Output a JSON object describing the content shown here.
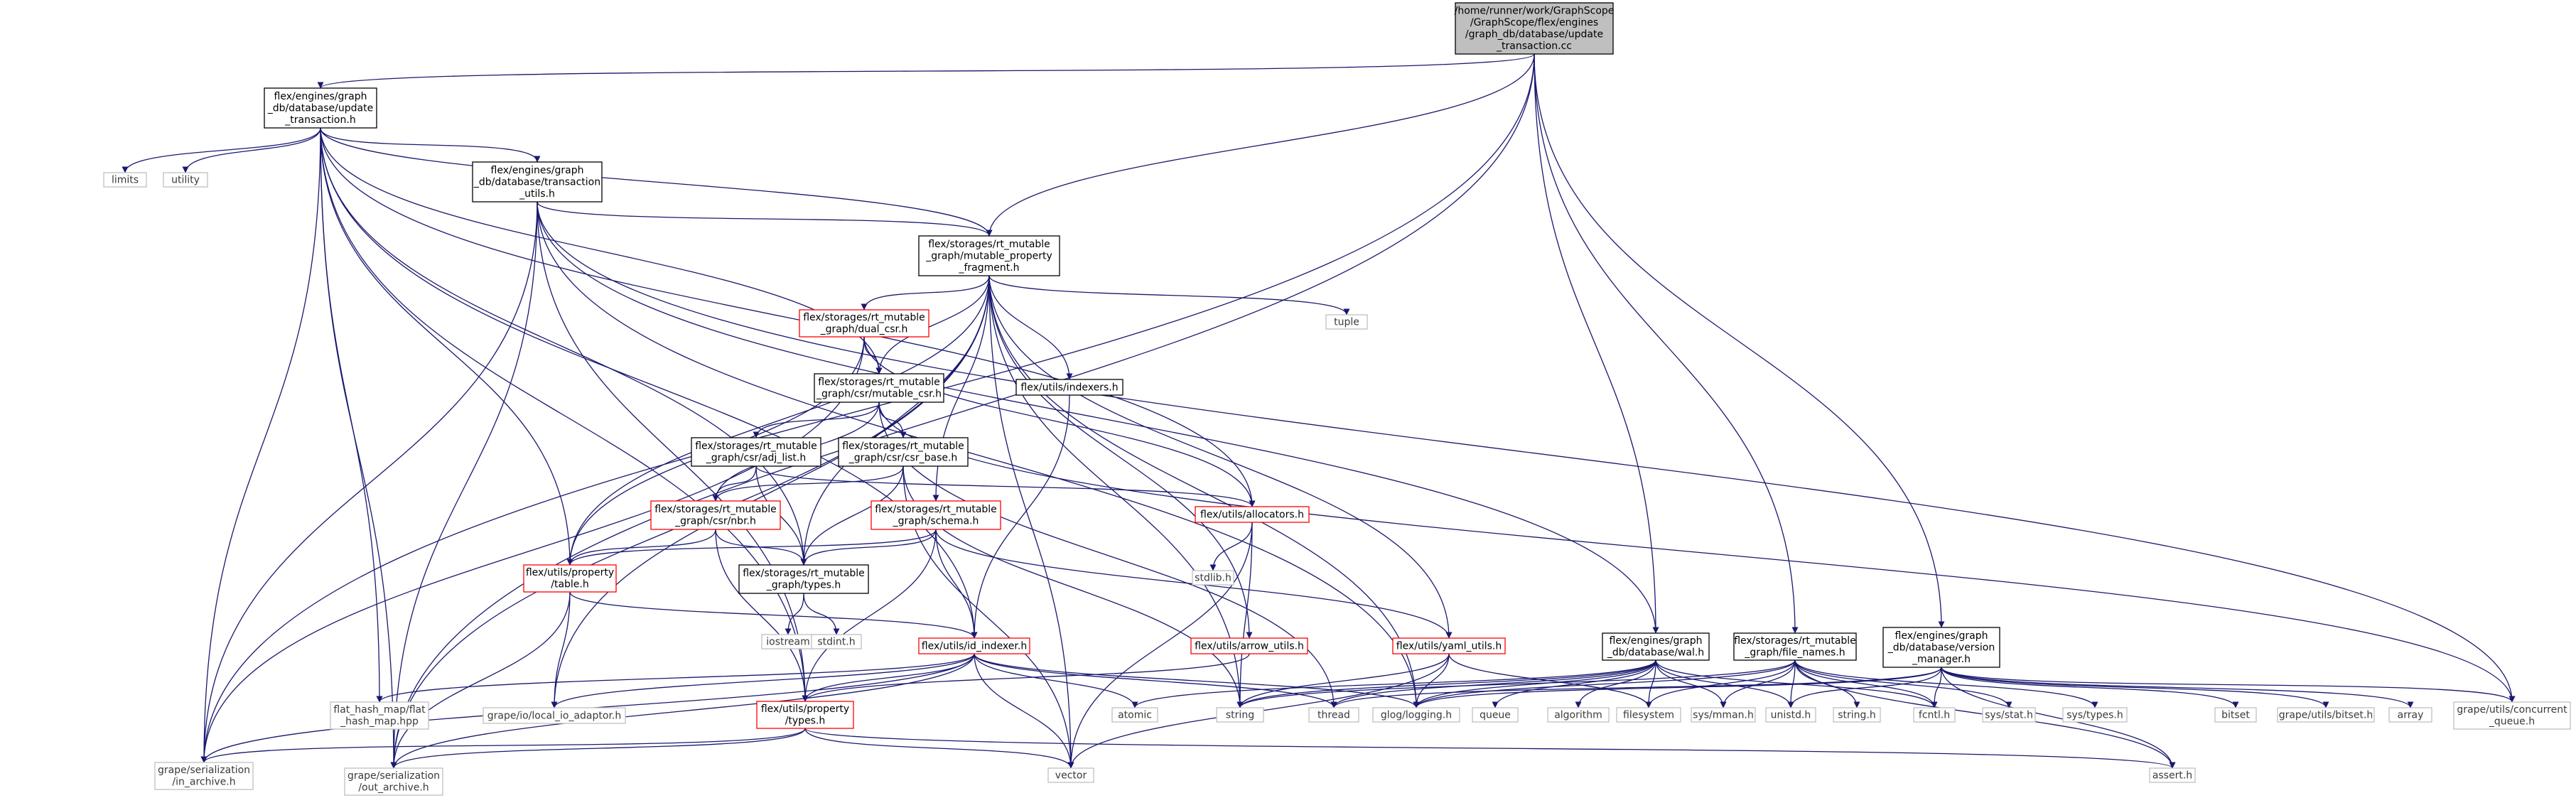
{
  "graph": {
    "nodes": [
      {
        "id": "root",
        "style": "root",
        "lines": [
          "/home/runner/work/GraphScope",
          "/GraphScope/flex/engines",
          "/graph_db/database/update",
          "_transaction.cc"
        ]
      },
      {
        "id": "ut_h",
        "style": "normal",
        "lines": [
          "flex/engines/graph",
          "_db/database/update",
          "_transaction.h"
        ]
      },
      {
        "id": "limits",
        "style": "sys",
        "lines": [
          "limits"
        ]
      },
      {
        "id": "utility",
        "style": "sys",
        "lines": [
          "utility"
        ]
      },
      {
        "id": "tx_utils",
        "style": "normal",
        "lines": [
          "flex/engines/graph",
          "_db/database/transaction",
          "_utils.h"
        ]
      },
      {
        "id": "mpf",
        "style": "normal",
        "lines": [
          "flex/storages/rt_mutable",
          "_graph/mutable_property",
          "_fragment.h"
        ]
      },
      {
        "id": "tuple",
        "style": "sys",
        "lines": [
          "tuple"
        ]
      },
      {
        "id": "dual_csr",
        "style": "red",
        "lines": [
          "flex/storages/rt_mutable",
          "_graph/dual_csr.h"
        ]
      },
      {
        "id": "indexers",
        "style": "normal",
        "lines": [
          "flex/utils/indexers.h"
        ]
      },
      {
        "id": "mutable_csr",
        "style": "normal",
        "lines": [
          "flex/storages/rt_mutable",
          "_graph/csr/mutable_csr.h"
        ]
      },
      {
        "id": "adj_list",
        "style": "normal",
        "lines": [
          "flex/storages/rt_mutable",
          "_graph/csr/adj_list.h"
        ]
      },
      {
        "id": "csr_base",
        "style": "normal",
        "lines": [
          "flex/storages/rt_mutable",
          "_graph/csr/csr_base.h"
        ]
      },
      {
        "id": "nbr",
        "style": "red",
        "lines": [
          "flex/storages/rt_mutable",
          "_graph/csr/nbr.h"
        ]
      },
      {
        "id": "schema",
        "style": "red",
        "lines": [
          "flex/storages/rt_mutable",
          "_graph/schema.h"
        ]
      },
      {
        "id": "allocators",
        "style": "red",
        "lines": [
          "flex/utils/allocators.h"
        ]
      },
      {
        "id": "stdlib",
        "style": "sys",
        "lines": [
          "stdlib.h"
        ]
      },
      {
        "id": "prop_table",
        "style": "red",
        "lines": [
          "flex/utils/property",
          "/table.h"
        ]
      },
      {
        "id": "types_h",
        "style": "normal",
        "lines": [
          "flex/storages/rt_mutable",
          "_graph/types.h"
        ]
      },
      {
        "id": "iostream",
        "style": "sys",
        "lines": [
          "iostream"
        ]
      },
      {
        "id": "stdint",
        "style": "sys",
        "lines": [
          "stdint.h"
        ]
      },
      {
        "id": "id_indexer",
        "style": "red",
        "lines": [
          "flex/utils/id_indexer.h"
        ]
      },
      {
        "id": "arrow_utils",
        "style": "red",
        "lines": [
          "flex/utils/arrow_utils.h"
        ]
      },
      {
        "id": "yaml_utils",
        "style": "red",
        "lines": [
          "flex/utils/yaml_utils.h"
        ]
      },
      {
        "id": "wal",
        "style": "normal",
        "lines": [
          "flex/engines/graph",
          "_db/database/wal.h"
        ]
      },
      {
        "id": "file_names",
        "style": "normal",
        "lines": [
          "flex/storages/rt_mutable",
          "_graph/file_names.h"
        ]
      },
      {
        "id": "version_mgr",
        "style": "normal",
        "lines": [
          "flex/engines/graph",
          "_db/database/version",
          "_manager.h"
        ]
      },
      {
        "id": "flat_hash",
        "style": "sys",
        "lines": [
          "flat_hash_map/flat",
          "_hash_map.hpp"
        ]
      },
      {
        "id": "local_io",
        "style": "sys",
        "lines": [
          "grape/io/local_io_adaptor.h"
        ]
      },
      {
        "id": "prop_types",
        "style": "red",
        "lines": [
          "flex/utils/property",
          "/types.h"
        ]
      },
      {
        "id": "atomic",
        "style": "sys",
        "lines": [
          "atomic"
        ]
      },
      {
        "id": "string",
        "style": "sys",
        "lines": [
          "string"
        ]
      },
      {
        "id": "thread",
        "style": "sys",
        "lines": [
          "thread"
        ]
      },
      {
        "id": "glog",
        "style": "sys",
        "lines": [
          "glog/logging.h"
        ]
      },
      {
        "id": "queue",
        "style": "sys",
        "lines": [
          "queue"
        ]
      },
      {
        "id": "algorithm",
        "style": "sys",
        "lines": [
          "algorithm"
        ]
      },
      {
        "id": "filesystem",
        "style": "sys",
        "lines": [
          "filesystem"
        ]
      },
      {
        "id": "sys_mman",
        "style": "sys",
        "lines": [
          "sys/mman.h"
        ]
      },
      {
        "id": "unistd",
        "style": "sys",
        "lines": [
          "unistd.h"
        ]
      },
      {
        "id": "string_h",
        "style": "sys",
        "lines": [
          "string.h"
        ]
      },
      {
        "id": "fcntl",
        "style": "sys",
        "lines": [
          "fcntl.h"
        ]
      },
      {
        "id": "sys_stat",
        "style": "sys",
        "lines": [
          "sys/stat.h"
        ]
      },
      {
        "id": "sys_types",
        "style": "sys",
        "lines": [
          "sys/types.h"
        ]
      },
      {
        "id": "bitset",
        "style": "sys",
        "lines": [
          "bitset"
        ]
      },
      {
        "id": "grape_bitset",
        "style": "sys",
        "lines": [
          "grape/utils/bitset.h"
        ]
      },
      {
        "id": "array",
        "style": "sys",
        "lines": [
          "array"
        ]
      },
      {
        "id": "concurrent_q",
        "style": "sys",
        "lines": [
          "grape/utils/concurrent",
          "_queue.h"
        ]
      },
      {
        "id": "in_archive",
        "style": "sys",
        "lines": [
          "grape/serialization",
          "/in_archive.h"
        ]
      },
      {
        "id": "out_archive",
        "style": "sys",
        "lines": [
          "grape/serialization",
          "/out_archive.h"
        ]
      },
      {
        "id": "vector",
        "style": "sys",
        "lines": [
          "vector"
        ]
      },
      {
        "id": "assert",
        "style": "sys",
        "lines": [
          "assert.h"
        ]
      }
    ],
    "edges": [
      [
        "root",
        "ut_h"
      ],
      [
        "root",
        "in_archive"
      ],
      [
        "root",
        "out_archive"
      ],
      [
        "root",
        "mpf"
      ],
      [
        "root",
        "wal"
      ],
      [
        "root",
        "file_names"
      ],
      [
        "root",
        "version_mgr"
      ],
      [
        "ut_h",
        "limits"
      ],
      [
        "ut_h",
        "utility"
      ],
      [
        "ut_h",
        "tx_utils"
      ],
      [
        "ut_h",
        "mpf"
      ],
      [
        "ut_h",
        "in_archive"
      ],
      [
        "ut_h",
        "out_archive"
      ],
      [
        "ut_h",
        "flat_hash"
      ],
      [
        "ut_h",
        "prop_table"
      ],
      [
        "ut_h",
        "types_h"
      ],
      [
        "ut_h",
        "mutable_csr"
      ],
      [
        "ut_h",
        "allocators"
      ],
      [
        "ut_h",
        "id_indexer"
      ],
      [
        "ut_h",
        "prop_types"
      ],
      [
        "tx_utils",
        "mpf"
      ],
      [
        "tx_utils",
        "wal"
      ],
      [
        "tx_utils",
        "prop_types"
      ],
      [
        "tx_utils",
        "in_archive"
      ],
      [
        "tx_utils",
        "out_archive"
      ],
      [
        "tx_utils",
        "glog"
      ],
      [
        "tx_utils",
        "concurrent_q"
      ],
      [
        "mpf",
        "dual_csr"
      ],
      [
        "mpf",
        "indexers"
      ],
      [
        "mpf",
        "mutable_csr"
      ],
      [
        "mpf",
        "schema"
      ],
      [
        "mpf",
        "prop_table"
      ],
      [
        "mpf",
        "types_h"
      ],
      [
        "mpf",
        "tuple"
      ],
      [
        "mpf",
        "yaml_utils"
      ],
      [
        "mpf",
        "arrow_utils"
      ],
      [
        "mpf",
        "local_io"
      ],
      [
        "mpf",
        "out_archive"
      ],
      [
        "mpf",
        "glog"
      ],
      [
        "mpf",
        "string"
      ],
      [
        "mpf",
        "vector"
      ],
      [
        "dual_csr",
        "mutable_csr"
      ],
      [
        "dual_csr",
        "allocators"
      ],
      [
        "dual_csr",
        "prop_table"
      ],
      [
        "dual_csr",
        "in_archive"
      ],
      [
        "mutable_csr",
        "adj_list"
      ],
      [
        "mutable_csr",
        "csr_base"
      ],
      [
        "mutable_csr",
        "nbr"
      ],
      [
        "mutable_csr",
        "thread"
      ],
      [
        "mutable_csr",
        "concurrent_q"
      ],
      [
        "adj_list",
        "nbr"
      ],
      [
        "adj_list",
        "types_h"
      ],
      [
        "adj_list",
        "allocators"
      ],
      [
        "csr_base",
        "nbr"
      ],
      [
        "csr_base",
        "types_h"
      ],
      [
        "csr_base",
        "vector"
      ],
      [
        "csr_base",
        "string"
      ],
      [
        "nbr",
        "prop_table"
      ],
      [
        "nbr",
        "types_h"
      ],
      [
        "nbr",
        "prop_types"
      ],
      [
        "schema",
        "prop_table"
      ],
      [
        "schema",
        "types_h"
      ],
      [
        "schema",
        "id_indexer"
      ],
      [
        "schema",
        "yaml_utils"
      ],
      [
        "schema",
        "prop_types"
      ],
      [
        "indexers",
        "id_indexer"
      ],
      [
        "allocators",
        "stdlib"
      ],
      [
        "allocators",
        "string"
      ],
      [
        "allocators",
        "vector"
      ],
      [
        "prop_table",
        "id_indexer"
      ],
      [
        "prop_table",
        "local_io"
      ],
      [
        "prop_table",
        "out_archive"
      ],
      [
        "types_h",
        "iostream"
      ],
      [
        "types_h",
        "stdint"
      ],
      [
        "id_indexer",
        "flat_hash"
      ],
      [
        "id_indexer",
        "local_io"
      ],
      [
        "id_indexer",
        "prop_types"
      ],
      [
        "id_indexer",
        "atomic"
      ],
      [
        "id_indexer",
        "thread"
      ],
      [
        "id_indexer",
        "glog"
      ],
      [
        "id_indexer",
        "vector"
      ],
      [
        "id_indexer",
        "in_archive"
      ],
      [
        "id_indexer",
        "out_archive"
      ],
      [
        "arrow_utils",
        "prop_types"
      ],
      [
        "yaml_utils",
        "glog"
      ],
      [
        "yaml_utils",
        "filesystem"
      ],
      [
        "yaml_utils",
        "vector"
      ],
      [
        "yaml_utils",
        "string"
      ],
      [
        "prop_types",
        "in_archive"
      ],
      [
        "prop_types",
        "out_archive"
      ],
      [
        "prop_types",
        "vector"
      ],
      [
        "prop_types",
        "assert"
      ],
      [
        "wal",
        "atomic"
      ],
      [
        "wal",
        "string"
      ],
      [
        "wal",
        "thread"
      ],
      [
        "wal",
        "glog"
      ],
      [
        "wal",
        "queue"
      ],
      [
        "wal",
        "algorithm"
      ],
      [
        "wal",
        "filesystem"
      ],
      [
        "wal",
        "sys_mman"
      ],
      [
        "wal",
        "unistd"
      ],
      [
        "wal",
        "fcntl"
      ],
      [
        "file_names",
        "glog"
      ],
      [
        "file_names",
        "filesystem"
      ],
      [
        "file_names",
        "sys_mman"
      ],
      [
        "file_names",
        "unistd"
      ],
      [
        "file_names",
        "string_h"
      ],
      [
        "file_names",
        "fcntl"
      ],
      [
        "file_names",
        "sys_stat"
      ],
      [
        "file_names",
        "sys_types"
      ],
      [
        "file_names",
        "string"
      ],
      [
        "file_names",
        "assert"
      ],
      [
        "version_mgr",
        "bitset"
      ],
      [
        "version_mgr",
        "grape_bitset"
      ],
      [
        "version_mgr",
        "array"
      ],
      [
        "version_mgr",
        "concurrent_q"
      ],
      [
        "version_mgr",
        "glog"
      ],
      [
        "version_mgr",
        "thread"
      ],
      [
        "version_mgr",
        "unistd"
      ],
      [
        "version_mgr",
        "fcntl"
      ],
      [
        "version_mgr",
        "assert"
      ]
    ]
  }
}
